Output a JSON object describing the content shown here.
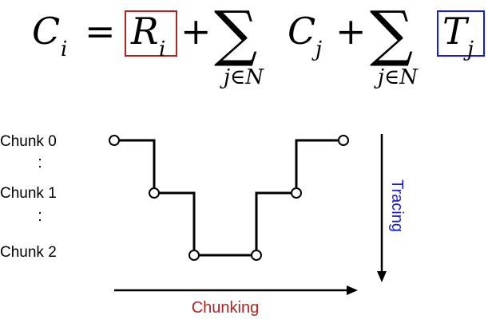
{
  "equation": {
    "lhs": "C",
    "lhs_sub": "i",
    "equals": "=",
    "term1": "R",
    "term1_sub": "i",
    "plus1": "+",
    "sum1_symbol": "∑",
    "sum1_index": "j∈N",
    "term2": "C",
    "term2_sub": "j",
    "plus2": "+",
    "sum2_symbol": "∑",
    "sum2_index": "j∈N",
    "term3": "T",
    "term3_sub": "j",
    "term1_box_color": "#b22222",
    "term3_box_color": "#1a1ad6"
  },
  "rows": [
    {
      "label": "Chunk 0"
    },
    {
      "label": "Chunk 1"
    },
    {
      "label": "Chunk 2"
    }
  ],
  "row_gap_marks": [
    ":",
    ":"
  ],
  "tracing": {
    "label": "Tracing",
    "color": "#1a1ad6",
    "direction": "down"
  },
  "chunking": {
    "label": "Chunking",
    "color": "#b22222",
    "direction": "right"
  },
  "path": {
    "row_sequence": [
      0,
      1,
      2,
      2,
      1,
      0
    ]
  }
}
